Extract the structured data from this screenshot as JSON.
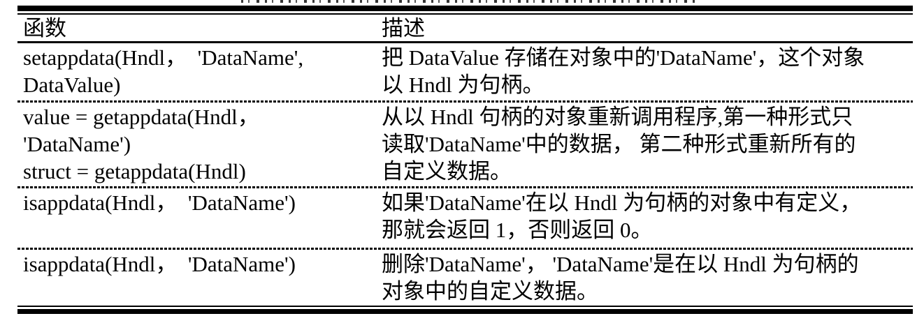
{
  "table": {
    "columns": [
      "函数",
      "描述"
    ],
    "rows": [
      {
        "function": "setappdata(Hndl，  'DataName',\nDataValue)",
        "description": "把 DataValue 存储在对象中的'DataName'，这个对象\n以 Hndl 为句柄。"
      },
      {
        "function": "value = getappdata(Hndl，  'DataName')\nstruct = getappdata(Hndl)",
        "description": "从以 Hndl 句柄的对象重新调用程序,第一种形式只\n读取'DataName'中的数据， 第二种形式重新所有的\n自定义数据。"
      },
      {
        "function": "isappdata(Hndl，  'DataName')",
        "description": "如果'DataName'在以 Hndl 为句柄的对象中有定义，\n那就会返回 1，否则返回 0。"
      },
      {
        "function": "isappdata(Hndl，  'DataName')",
        "description": "删除'DataName'， 'DataName'是在以 Hndl 为句柄的\n对象中的自定义数据。"
      }
    ],
    "style": {
      "border_color": "#000000",
      "background": "#ffffff",
      "text_color": "#000000"
    }
  }
}
